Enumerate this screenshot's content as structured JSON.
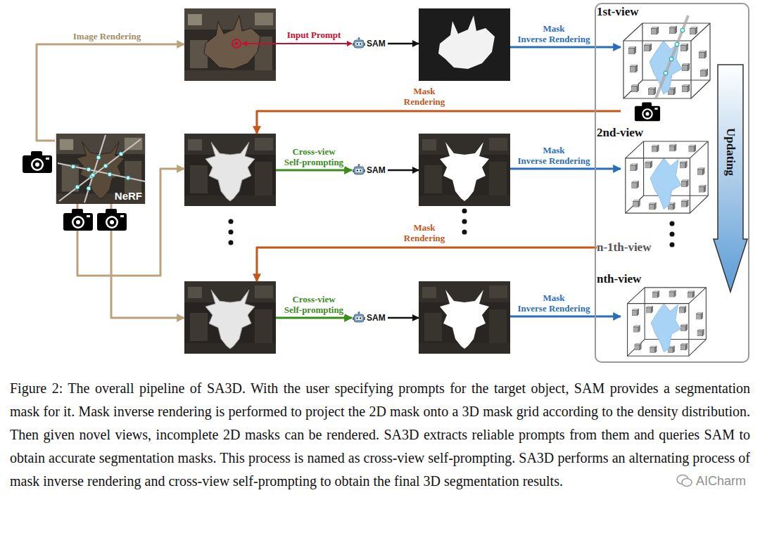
{
  "diagram": {
    "caption": "Figure 2: The overall pipeline of SA3D. With the user specifying prompts for the target object, SAM provides a segmentation mask for it. Mask inverse rendering is performed to project the 2D mask onto a 3D mask grid according to the density distribution. Then given novel views, incomplete 2D masks can be rendered. SA3D extracts reliable prompts from them and queries SAM to obtain accurate segmentation masks. This process is named as cross-view self-prompting. SA3D performs an alternating process of mask inverse rendering and cross-view self-prompting to obtain the final 3D segmentation results.",
    "nodes": [
      {
        "text": [
          "NeRF"
        ]
      },
      {
        "text": []
      },
      {
        "text": [
          "SAM"
        ]
      },
      {
        "text": []
      },
      {
        "text": []
      },
      {
        "text": [
          "SAM"
        ]
      },
      {
        "text": []
      },
      {
        "text": []
      },
      {
        "text": [
          "SAM"
        ]
      },
      {
        "text": []
      },
      {
        "text": []
      },
      {
        "text": [
          "1st-view"
        ],
        "in": 10
      },
      {
        "text": [
          "2nd-view"
        ],
        "in": 10
      },
      {
        "text": [
          "n-1th-view"
        ],
        "in": 10
      },
      {
        "text": [
          "nth-view"
        ],
        "in": 10
      },
      {
        "text": [
          "Updating"
        ],
        "in": 10
      }
    ],
    "edges": [
      {
        "from": 1,
        "to": 2,
        "label": "Input Prompt",
        "arrow": "to"
      },
      {
        "from": 2,
        "to": 3,
        "arrow": "to"
      },
      {
        "from": 3,
        "to": 11,
        "label": "Mask Inverse Rendering",
        "arrow": "to"
      },
      {
        "from": 11,
        "to": 4,
        "label": "Mask Rendering",
        "arrow": "to"
      },
      {
        "from": 4,
        "to": 5,
        "label": "Cross-view Self-prompting",
        "arrow": "to"
      },
      {
        "from": 5,
        "to": 6,
        "arrow": "to"
      },
      {
        "from": 6,
        "to": 12,
        "label": "Mask Inverse Rendering",
        "arrow": "to"
      },
      {
        "from": 13,
        "to": 7,
        "label": "Mask Rendering",
        "arrow": "to"
      },
      {
        "from": 7,
        "to": 8,
        "label": "Cross-view Self-prompting",
        "arrow": "to"
      },
      {
        "from": 8,
        "to": 9,
        "arrow": "to"
      },
      {
        "from": 9,
        "to": 14,
        "label": "Mask Inverse Rendering",
        "arrow": "to"
      },
      {
        "from": 0,
        "to": 1,
        "label": "Image Rendering",
        "arrow": "to"
      },
      {
        "from": 0,
        "to": 4,
        "arrow": "to"
      },
      {
        "from": 0,
        "to": 7,
        "arrow": "to"
      }
    ],
    "labels": [
      "AICharm"
    ]
  }
}
